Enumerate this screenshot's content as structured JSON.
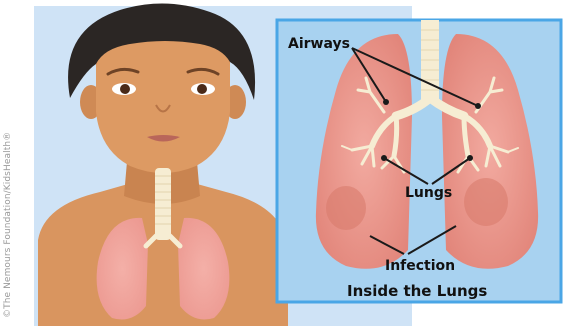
{
  "credit": "©The Nemours Foundation/KidsHealth®",
  "inset": {
    "title": "Inside the Lungs",
    "labels": {
      "airways": "Airways",
      "lungs": "Lungs",
      "infection": "Infection"
    }
  },
  "colors": {
    "background_panel": "#cfe3f6",
    "inset_panel": "#a8d2f0",
    "inset_border": "#4aa6e6",
    "skin": "#d9955f",
    "lung": "#e98f86",
    "airway": "#f6edd3",
    "hair": "#2b2624"
  }
}
